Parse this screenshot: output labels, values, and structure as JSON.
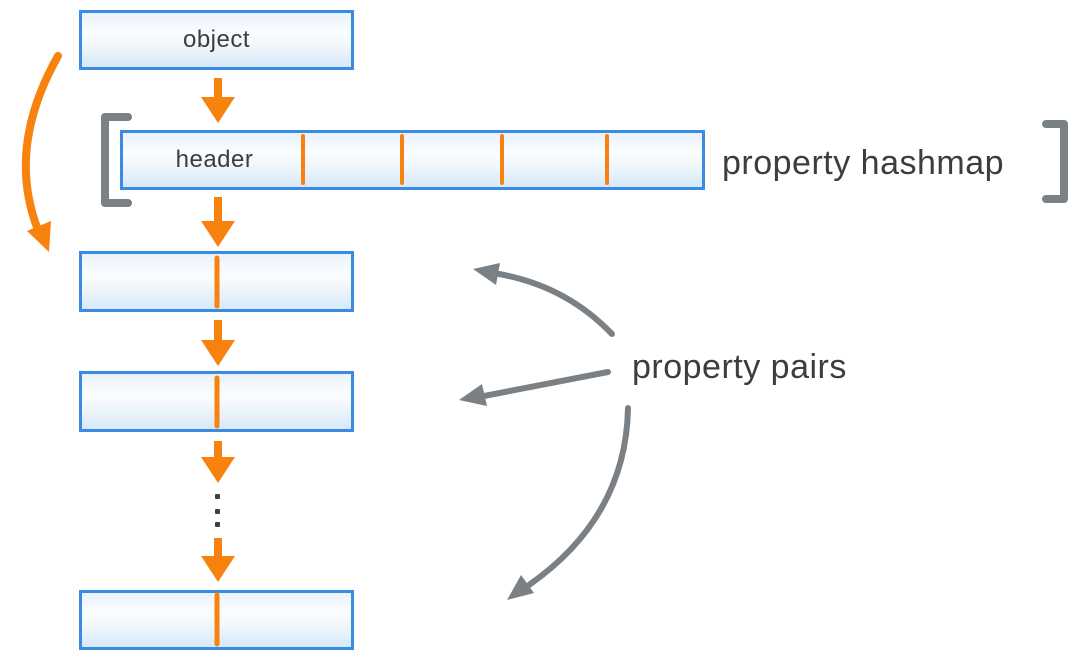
{
  "colors": {
    "orange": "#f7820e",
    "blue_border": "#3a8ce2",
    "gray": "#7b8084",
    "text": "#3d3d3d",
    "box_fill_top": "#e9f2fb",
    "box_fill_mid": "#fbfdff",
    "box_fill_bottom": "#d7e8f8"
  },
  "diagram": {
    "object_box": {
      "label": "object"
    },
    "hashmap": {
      "header_label": "header",
      "label": "property hashmap",
      "slot_divider_count": 4
    },
    "pairs": {
      "label": "property pairs",
      "visible_pair_count": 3,
      "ellipsis_dot_count": 3
    }
  }
}
